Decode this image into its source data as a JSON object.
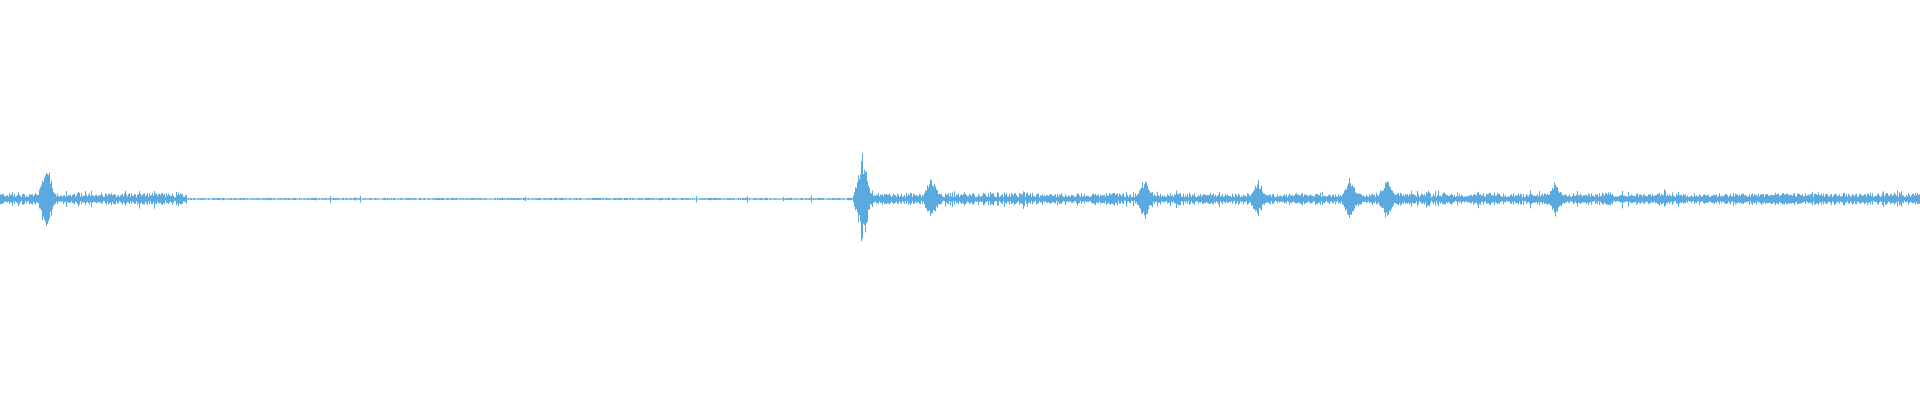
{
  "waveform": {
    "color": "#5aa9df",
    "background": "#ffffff",
    "segments": [
      {
        "from": 0.0,
        "to": 0.097,
        "level": "high"
      },
      {
        "from": 0.097,
        "to": 0.447,
        "level": "silent"
      },
      {
        "from": 0.447,
        "to": 1.0,
        "level": "high"
      }
    ],
    "peaks": [
      {
        "at": 0.024,
        "level": 0.11
      },
      {
        "at": 0.449,
        "level": 0.14
      },
      {
        "at": 0.485,
        "level": 0.08
      },
      {
        "at": 0.596,
        "level": 0.07
      },
      {
        "at": 0.655,
        "level": 0.06
      },
      {
        "at": 0.703,
        "level": 0.07
      },
      {
        "at": 0.722,
        "level": 0.07
      },
      {
        "at": 0.81,
        "level": 0.06
      }
    ]
  }
}
